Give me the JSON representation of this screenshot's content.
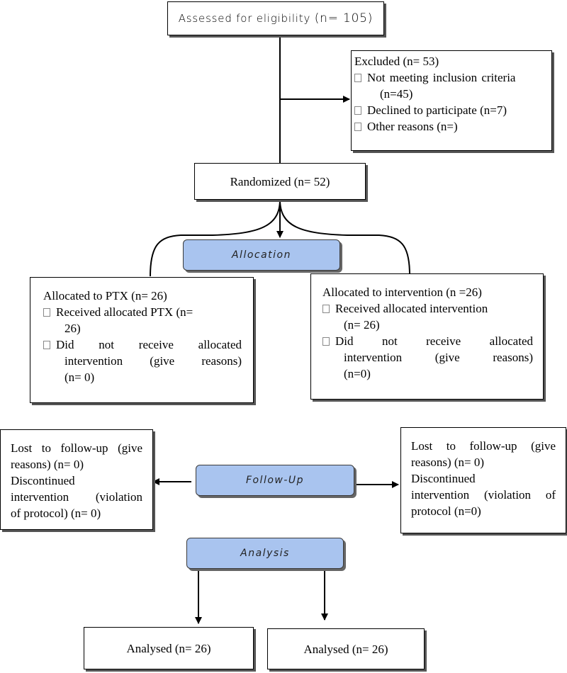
{
  "assessed": {
    "prefix": "Assessed for eligibility",
    "count": "(n= 105)"
  },
  "excluded": {
    "title": "Excluded (n= 53)",
    "items": [
      {
        "line1": "Not meeting inclusion criteria",
        "line2": "(n=45)"
      },
      {
        "line1": "Declined to participate (n=7)"
      },
      {
        "line1": "Other reasons (n=)"
      }
    ]
  },
  "randomized": "Randomized (n= 52)",
  "phases": {
    "allocation": "Allocation",
    "follow_up": "Follow-Up",
    "analysis": "Analysis"
  },
  "arm_left": {
    "title": "Allocated to PTX (n= 26)",
    "received_1": "Received allocated PTX (n=",
    "received_2": "26)",
    "not_received_1": "Did not receive allocated",
    "not_received_2": "intervention (give reasons)",
    "not_received_3": "(n= 0)"
  },
  "arm_right": {
    "title": "Allocated to intervention (n =26)",
    "received_1": "Received allocated intervention",
    "received_2": "(n= 26)",
    "not_received_1": "Did not receive allocated",
    "not_received_2": "intervention (give reasons)",
    "not_received_3": "(n=0)"
  },
  "followup_left": {
    "l1": "Lost to follow-up (give",
    "l2": "reasons) (n= 0)",
    "l3": "Discontinued",
    "l4": "intervention (violation",
    "l5": "of protocol) (n= 0)"
  },
  "followup_right": {
    "l1": "Lost to follow-up (give",
    "l2": "reasons) (n= 0)",
    "l3": "Discontinued",
    "l4": "intervention (violation of",
    "l5": "protocol (n=0)"
  },
  "analysed_left": "Analysed (n= 26)",
  "analysed_right": "Analysed (n= 26)",
  "colors": {
    "phase_fill": "#a9c4ef",
    "line": "#000000"
  }
}
